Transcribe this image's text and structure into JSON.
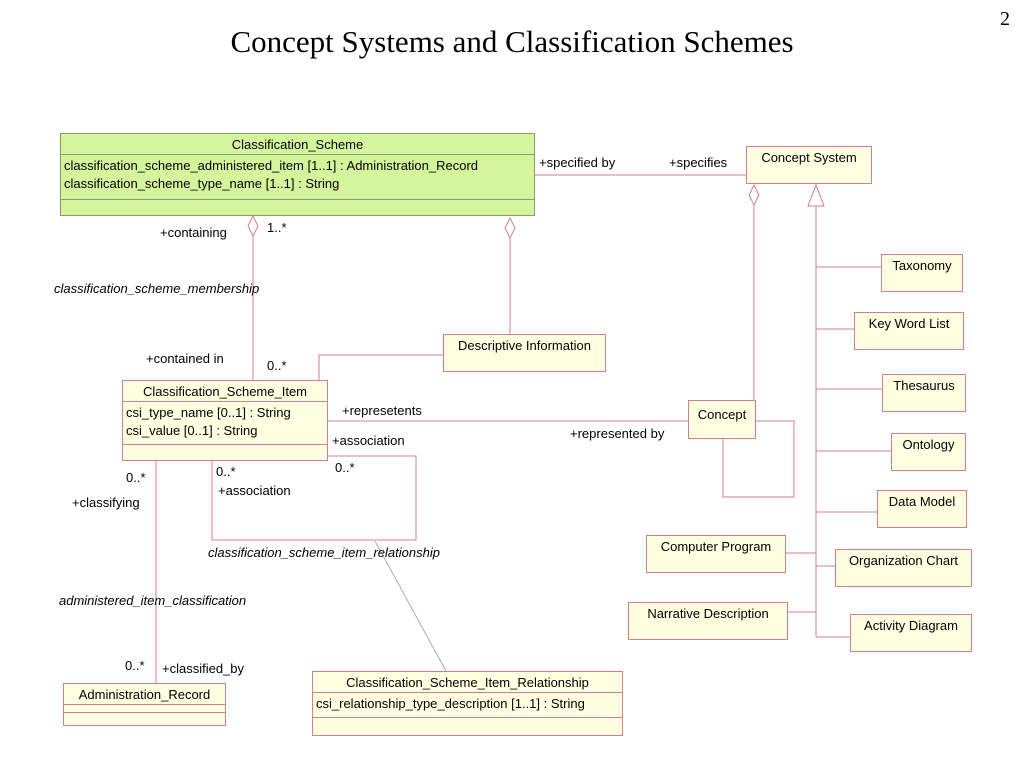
{
  "slide": {
    "page_number": "2",
    "title": "Concept Systems and Classification Schemes"
  },
  "classes": {
    "classification_scheme": {
      "name": "Classification_Scheme",
      "attributes": [
        "classification_scheme_administered_item [1..1] : Administration_Record",
        "classification_scheme_type_name [1..1] : String"
      ]
    },
    "concept_system": {
      "name": "Concept System"
    },
    "classification_scheme_item": {
      "name": "Classification_Scheme_Item",
      "attributes": [
        "csi_type_name [0..1] : String",
        "csi_value [0..1] : String"
      ]
    },
    "descriptive_information": {
      "name": "Descriptive Information"
    },
    "concept": {
      "name": "Concept"
    },
    "taxonomy": {
      "name": "Taxonomy"
    },
    "key_word_list": {
      "name": "Key Word List"
    },
    "thesaurus": {
      "name": "Thesaurus"
    },
    "ontology": {
      "name": "Ontology"
    },
    "data_model": {
      "name": "Data Model"
    },
    "computer_program": {
      "name": "Computer Program"
    },
    "organization_chart": {
      "name": "Organization Chart"
    },
    "narrative_description": {
      "name": "Narrative Description"
    },
    "activity_diagram": {
      "name": "Activity Diagram"
    },
    "administration_record": {
      "name": "Administration_Record"
    },
    "csi_relationship": {
      "name": "Classification_Scheme_Item_Relationship",
      "attributes": [
        "csi_relationship_type_description [1..1] : String"
      ]
    }
  },
  "labels": {
    "specified_by": "+specified by",
    "specifies": "+specifies",
    "containing": "+containing",
    "mult_1_many": "1..*",
    "membership": "classification_scheme_membership",
    "contained_in": "+contained in",
    "mult_contained": "0..*",
    "represetents": "+represetents",
    "represented_by": "+represented by",
    "association_right": "+association",
    "mult_assoc_right": "0..*",
    "mult_assoc_left": "0..*",
    "association_left": "+association",
    "mult_classifying": "0..*",
    "classifying": "+classifying",
    "item_relationship": "classification_scheme_item_relationship",
    "administered_classification": "administered_item_classification",
    "mult_classified_by": "0..*",
    "classified_by": "+classified_by"
  },
  "colors": {
    "line": "#d0808c",
    "class_fill": "#ffffe1",
    "scheme_fill": "#d4f59b",
    "note_line": "#aaaaaa"
  }
}
